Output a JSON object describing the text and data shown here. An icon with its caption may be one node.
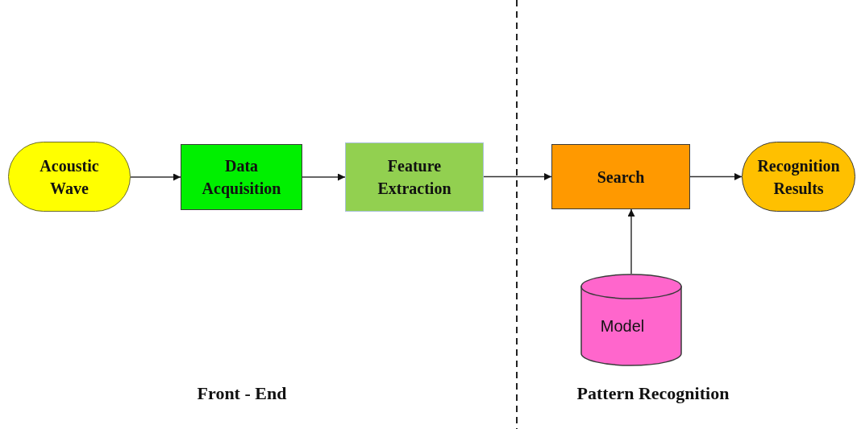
{
  "diagram": {
    "nodes": [
      {
        "text": [
          "Acoustic Wave"
        ]
      },
      {
        "text": [
          "Data Acquisition"
        ]
      },
      {
        "text": [
          "Feature Extraction"
        ]
      },
      {
        "text": [
          "Search"
        ]
      },
      {
        "text": [
          "Recognition Results"
        ]
      },
      {
        "text": [
          "Model"
        ]
      }
    ],
    "edges": [
      {
        "from": 0,
        "to": 1,
        "arrow": "to"
      },
      {
        "from": 1,
        "to": 2,
        "arrow": "to"
      },
      {
        "from": 2,
        "to": 3,
        "arrow": "to"
      },
      {
        "from": 5,
        "to": 3,
        "arrow": "to"
      },
      {
        "from": 3,
        "to": 4,
        "arrow": "to"
      }
    ],
    "labels": [
      "Front - End",
      "Pattern Recognition"
    ]
  }
}
